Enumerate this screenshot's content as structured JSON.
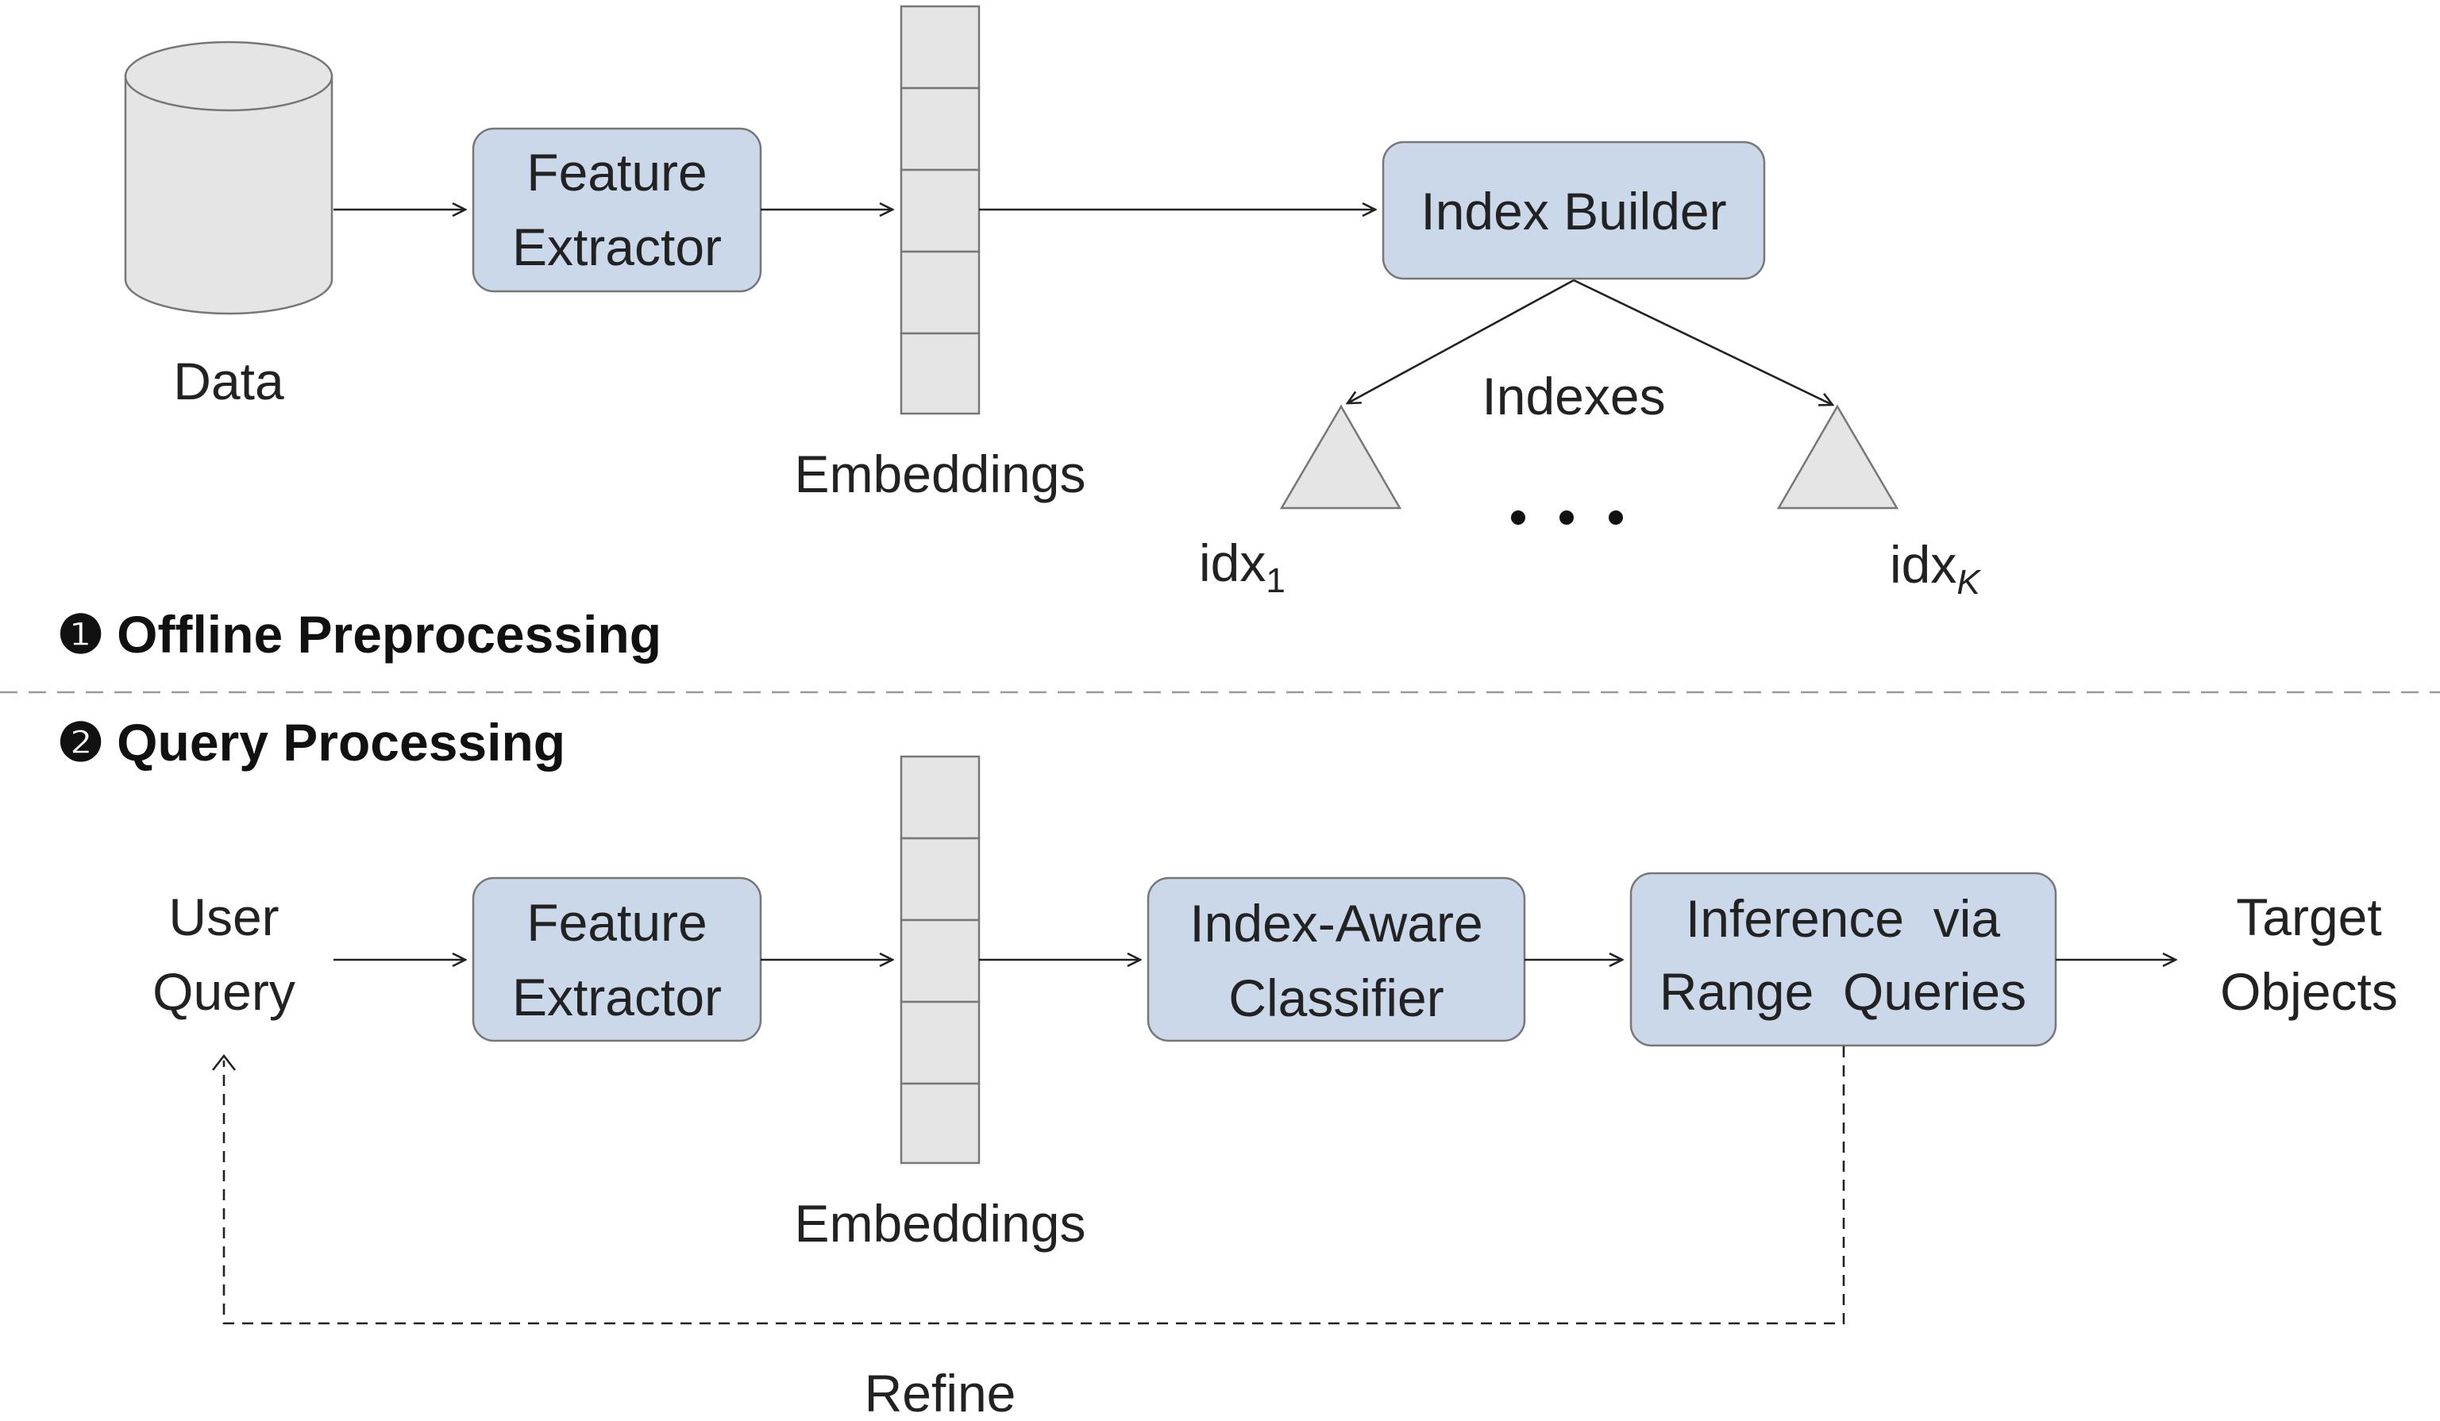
{
  "offline": {
    "section_number": "❶",
    "section_title": "Offline Preprocessing",
    "data_label": "Data",
    "feature_extractor": [
      "Feature",
      "Extractor"
    ],
    "embeddings_label": "Embeddings",
    "index_builder": "Index Builder",
    "indexes_label": "Indexes",
    "idx_first": "idx",
    "idx_first_sub": "1",
    "idx_last": "idx",
    "idx_last_sub": "K",
    "ellipsis": "• • •"
  },
  "query": {
    "section_number": "❷",
    "section_title": "Query Processing",
    "user_query": [
      "User",
      "Query"
    ],
    "feature_extractor": [
      "Feature",
      "Extractor"
    ],
    "embeddings_label": "Embeddings",
    "classifier": [
      "Index-Aware",
      "Classifier"
    ],
    "inference": [
      "Inference  via",
      "Range  Queries"
    ],
    "target": [
      "Target",
      "Objects"
    ],
    "refine_label": "Refine"
  },
  "colors": {
    "box_fill": "#cad8ea",
    "shape_fill": "#e5e5e5",
    "stroke": "#777777",
    "text": "#222222"
  }
}
